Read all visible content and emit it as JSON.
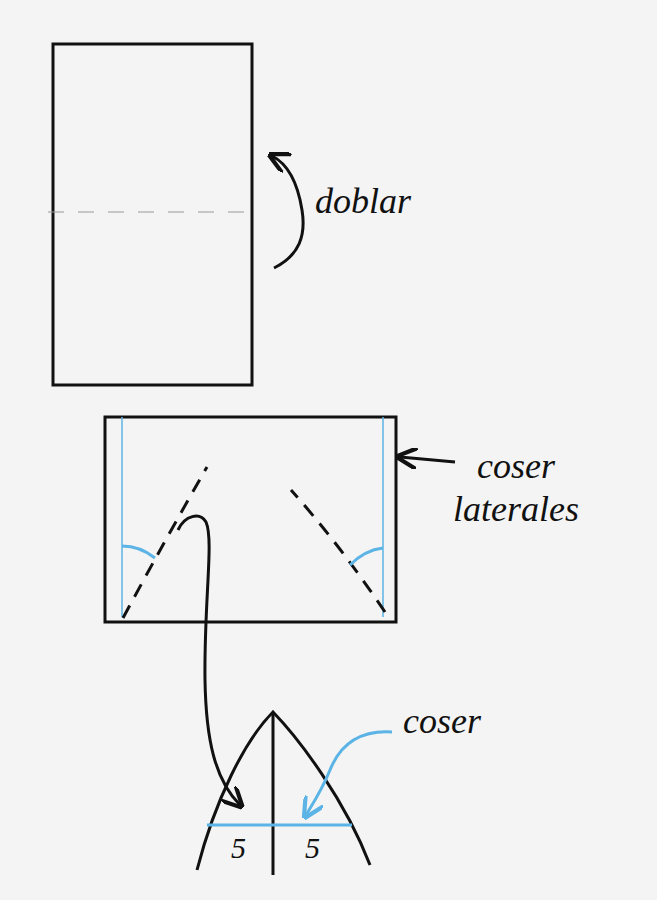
{
  "diagram": {
    "labels": [
      "doblar",
      "coser laterales",
      "coser",
      "5",
      "5"
    ]
  }
}
